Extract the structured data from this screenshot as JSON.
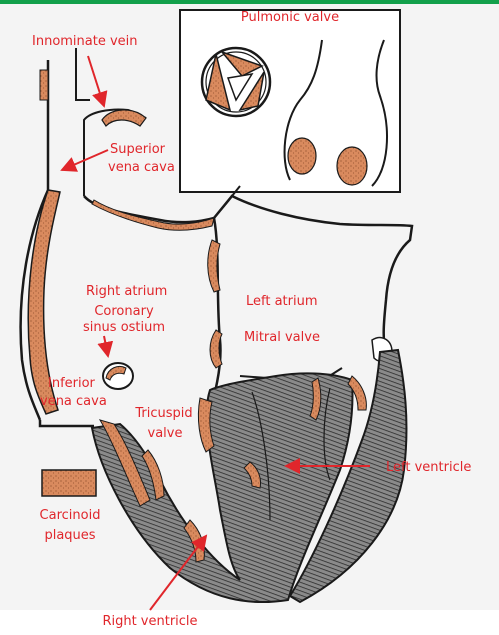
{
  "labels": {
    "pulmonic_valve": "Pulmonic valve",
    "innominate_vein": "Innominate vein",
    "superior_vena_cava_1": "Superior",
    "superior_vena_cava_2": "vena cava",
    "right_atrium": "Right atrium",
    "coronary_sinus_1": "Coronary",
    "coronary_sinus_2": "sinus ostium",
    "inferior_vena_cava_1": "Inferior",
    "inferior_vena_cava_2": "vena cava",
    "tricuspid_valve_1": "Tricuspid",
    "tricuspid_valve_2": "valve",
    "left_atrium": "Left atrium",
    "mitral_valve": "Mitral valve",
    "left_ventricle": "Left ventricle",
    "carcinoid_1": "Carcinoid",
    "carcinoid_2": "plaques",
    "right_ventricle": "Right ventricle"
  },
  "colors": {
    "label": "#e0262b",
    "plaque": "#d98a5e",
    "outline": "#1a1a1a",
    "muscle": "#6b6b6b",
    "background": "#f4f4f4",
    "accent_bar": "#13a04b"
  }
}
